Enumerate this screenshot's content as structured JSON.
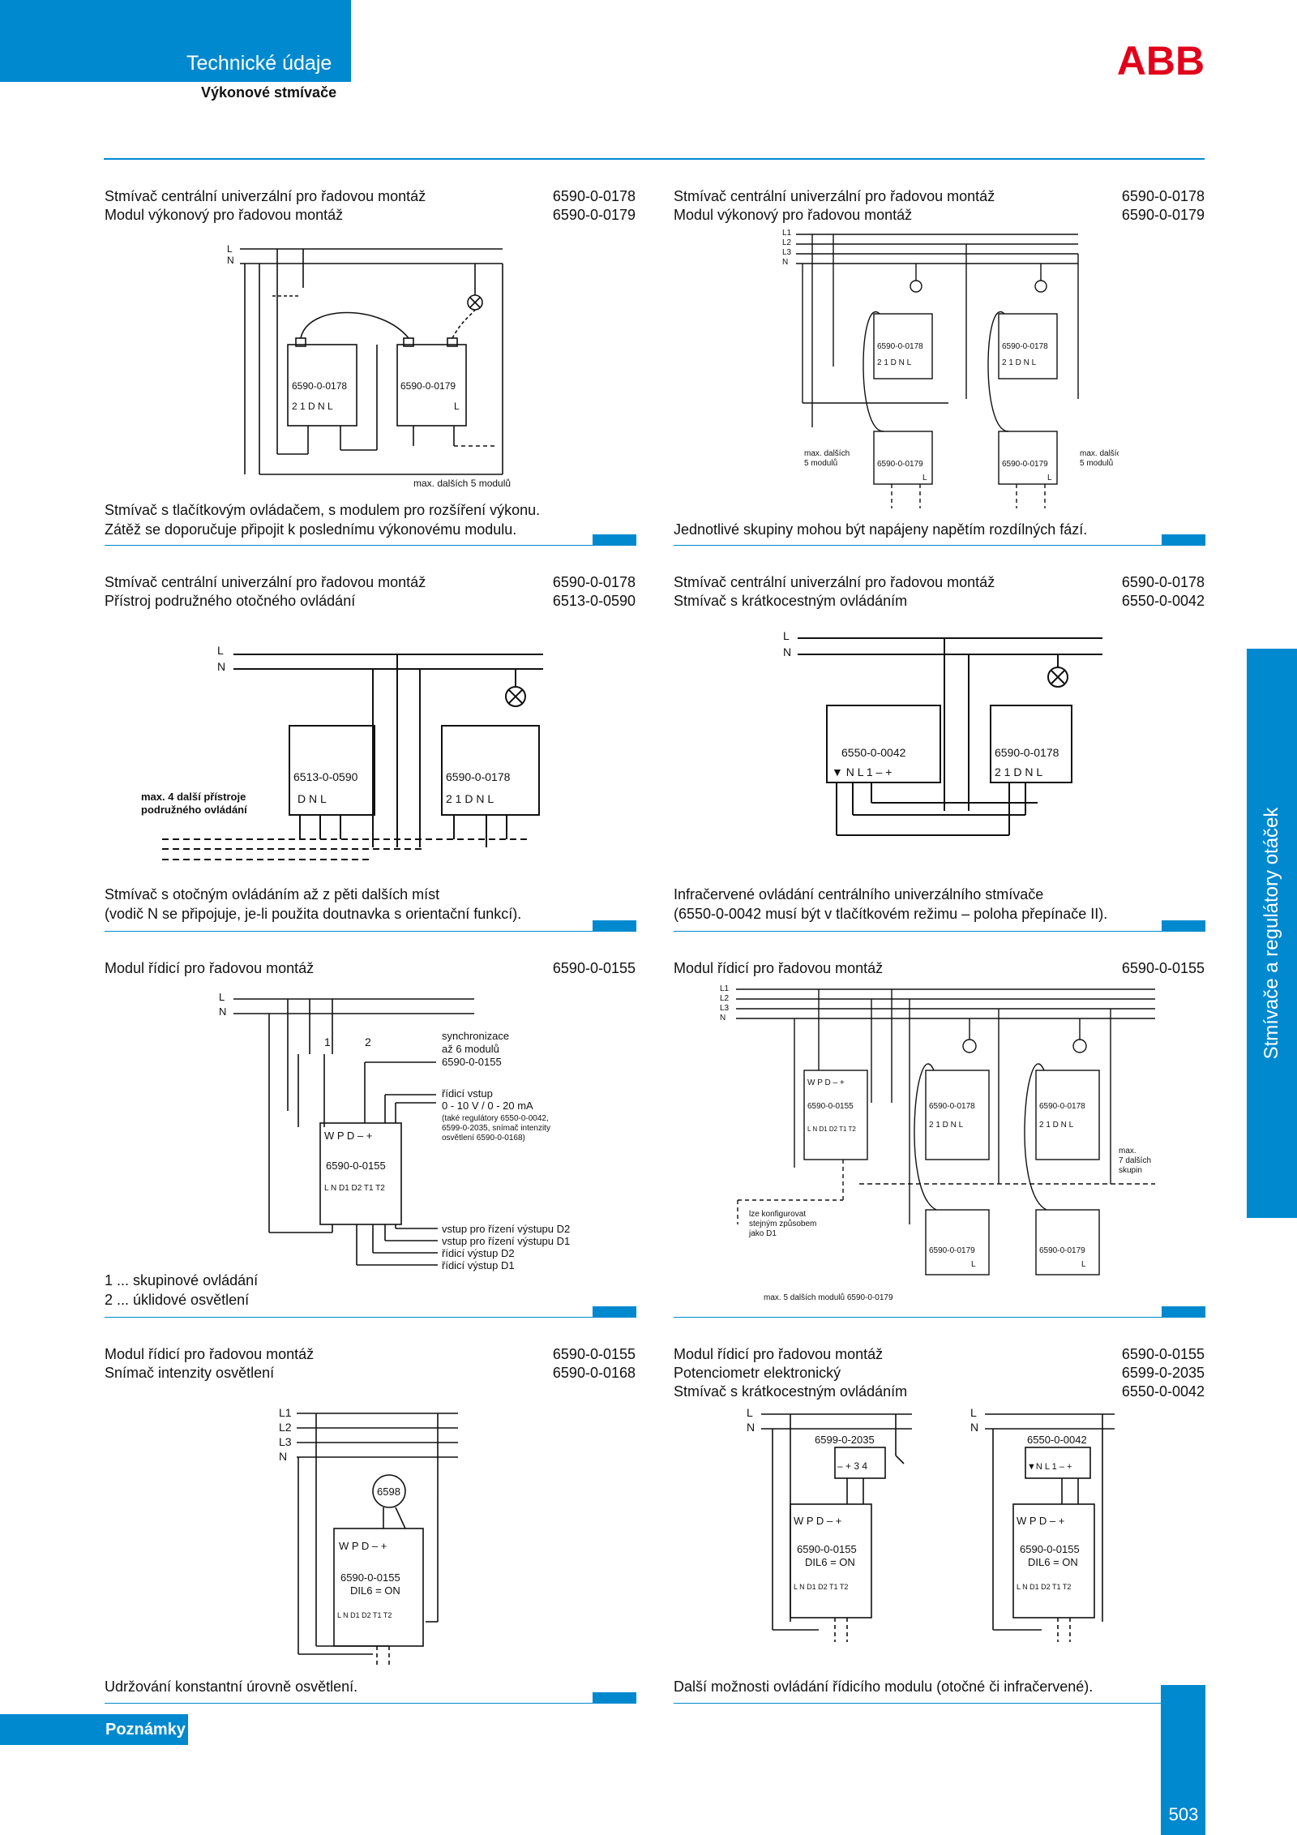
{
  "header": {
    "title": "Technické údaje",
    "subtitle": "Výkonové stmívače",
    "logo": "ABB",
    "accent": "#0089cf",
    "logo_color": "#e2001a"
  },
  "sidebar": {
    "label": "Stmívače a regulátory otáček"
  },
  "footer": {
    "notes": "Poznámky",
    "page": "503"
  },
  "s1": {
    "items": [
      {
        "label": "Stmívač centrální univerzální pro řadovou montáž",
        "code": "6590-0-0178"
      },
      {
        "label": "Modul výkonový pro řadovou montáž",
        "code": "6590-0-0179"
      }
    ],
    "caption": [
      "Stmívač s tlačítkovým ovládačem, s modulem pro rozšíření výkonu.",
      "Zátěž se doporučuje připojit k poslednímu výkonovému modulu."
    ],
    "d": {
      "L": "L",
      "N": "N",
      "m1": "6590-0-0178",
      "m2": "6590-0-0179",
      "t1": "2 1 D N L",
      "t2": "L",
      "ext": "max. dalších 5 modulů"
    }
  },
  "s2": {
    "items": [
      {
        "label": "Stmívač centrální univerzální pro řadovou montáž",
        "code": "6590-0-0178"
      },
      {
        "label": "Modul výkonový pro řadovou montáž",
        "code": "6590-0-0179"
      }
    ],
    "caption": [
      "Jednotlivé skupiny mohou být napájeny napětím rozdílných fází."
    ],
    "d": {
      "L1": "L1",
      "L2": "L2",
      "L3": "L3",
      "N": "N",
      "m1": "6590-0-0178",
      "m2": "6590-0-0179",
      "t1": "2 1 D N L",
      "t2": "L",
      "extA": "max. dalších",
      "extB": "5 modulů"
    }
  },
  "s3": {
    "items": [
      {
        "label": "Stmívač centrální univerzální pro řadovou montáž",
        "code": "6590-0-0178"
      },
      {
        "label": "Přístroj podružného otočného ovládání",
        "code": "6513-0-0590"
      }
    ],
    "caption": [
      "Stmívač s otočným ovládáním až z pěti dalších míst",
      "(vodič N se připojuje, je-li použita doutnavka s orientační funkcí)."
    ],
    "d": {
      "L": "L",
      "N": "N",
      "m1": "6513-0-0590",
      "m2": "6590-0-0178",
      "t1": "D  N  L",
      "t2": "2 1 D N  L",
      "extA": "max. 4 další přístroje",
      "extB": "podružného ovládání"
    }
  },
  "s4": {
    "items": [
      {
        "label": "Stmívač centrální univerzální pro řadovou montáž",
        "code": "6590-0-0178"
      },
      {
        "label": "Stmívač s krátkocestným ovládáním",
        "code": "6550-0-0042"
      }
    ],
    "caption": [
      "Infračervené ovládání centrálního univerzálního stmívače",
      "(6550-0-0042 musí být v tlačítkovém režimu – poloha přepínače II)."
    ],
    "d": {
      "L": "L",
      "N": "N",
      "m1": "6550-0-0042",
      "m2": "6590-0-0178",
      "t1": "▼ N  L  1  –  +",
      "t2": "2 1 D N  L"
    }
  },
  "s5": {
    "items": [
      {
        "label": "Modul řídicí pro řadovou montáž",
        "code": "6590-0-0155"
      }
    ],
    "caption": [
      "1 ... skupinové ovládání",
      "2 ... úklidové osvětlení"
    ],
    "d": {
      "L": "L",
      "N": "N",
      "m": "6590-0-0155",
      "tt": "W P   D  –  +",
      "tb": "L  N  D1 D2 T1 T2",
      "k1": "1",
      "k2": "2",
      "sync": [
        "synchronizace",
        "až 6 modulů",
        "6590-0-0155"
      ],
      "ctrl": [
        "řídicí vstup",
        "0 - 10 V / 0 - 20 mA"
      ],
      "ctrlnote": [
        "(také regulátory 6550-0-0042,",
        "6599-0-2035, snímač intenzity",
        "osvětlení 6590-0-0168)"
      ],
      "outs": [
        "vstup pro řízení výstupu D2",
        "vstup pro řízení výstupu D1",
        "řídicí výstup D2",
        "řídicí výstup D1"
      ]
    }
  },
  "s6": {
    "items": [
      {
        "label": "Modul řídicí pro řadovou montáž",
        "code": "6590-0-0155"
      }
    ],
    "d": {
      "L1": "L1",
      "L2": "L2",
      "L3": "L3",
      "N": "N",
      "ma": "6590-0-0155",
      "mb": "6590-0-0178",
      "mc": "6590-0-0179",
      "ta": "W P D  – +",
      "tb": "L N D1 D2 T1 T2",
      "tc": "2 1 D N  L",
      "td": "L",
      "ext": [
        "max.",
        "7 dalších",
        "skupin"
      ],
      "cfg": [
        "lze konfigurovat",
        "stejným způsobem",
        "jako D1"
      ],
      "max5": "max. 5 dalších modulů 6590-0-0179"
    }
  },
  "s7": {
    "items": [
      {
        "label": "Modul řídicí pro řadovou montáž",
        "code": "6590-0-0155"
      },
      {
        "label": "Snímač intenzity osvětlení",
        "code": "6590-0-0168"
      }
    ],
    "caption": [
      "Udržování konstantní úrovně osvětlení."
    ],
    "d": {
      "L1": "L1",
      "L2": "L2",
      "L3": "L3",
      "N": "N",
      "s": "6598",
      "m": "6590-0-0155",
      "dil": "DIL6 = ON",
      "tt": "W P D   – +",
      "tb": "L  N  D1 D2 T1 T2"
    }
  },
  "s8": {
    "items": [
      {
        "label": "Modul řídicí pro řadovou montáž",
        "code": "6590-0-0155"
      },
      {
        "label": "Potenciometr elektronický",
        "code": "6599-0-2035"
      },
      {
        "label": "Stmívač s krátkocestným ovládáním",
        "code": "6550-0-0042"
      }
    ],
    "caption": [
      "Další možnosti ovládání řídicího modulu (otočné či infračervené)."
    ],
    "d": {
      "L": "L",
      "N": "N",
      "p": "6599-0-2035",
      "pt": "– + 3 4",
      "q": "6550-0-0042",
      "qt": "▼N L 1 – +",
      "m": "6590-0-0155",
      "dil": "DIL6 = ON",
      "tt": "W P D   – +",
      "tb": "L  N  D1 D2 T1 T2"
    }
  }
}
